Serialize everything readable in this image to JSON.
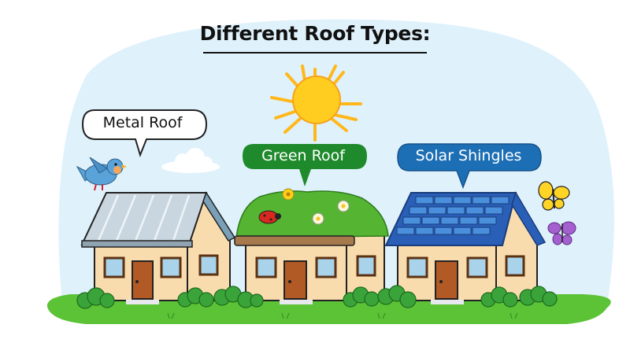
{
  "title": "Different Roof Types:",
  "labels": {
    "metal": "Metal Roof",
    "green": "Green Roof",
    "solar": "Solar Shingles"
  },
  "colors": {
    "sky": "#dff1fb",
    "green_bubble": "#1f8a2b",
    "solar_bubble": "#1d6fb5",
    "sun": "#ffc61a",
    "grass": "#5cc236",
    "wall": "#f9dcae",
    "door": "#b25a25",
    "metal_roof": "#c9d6df",
    "solar_roof": "#2a5fb8"
  },
  "illustrations": {
    "houses": [
      "metal-roof-house",
      "green-roof-house",
      "solar-shingles-house"
    ],
    "decorations": [
      "sun",
      "bluebird",
      "cloud",
      "ladybug",
      "yellow-butterfly",
      "purple-butterfly",
      "bushes",
      "flowers"
    ]
  }
}
